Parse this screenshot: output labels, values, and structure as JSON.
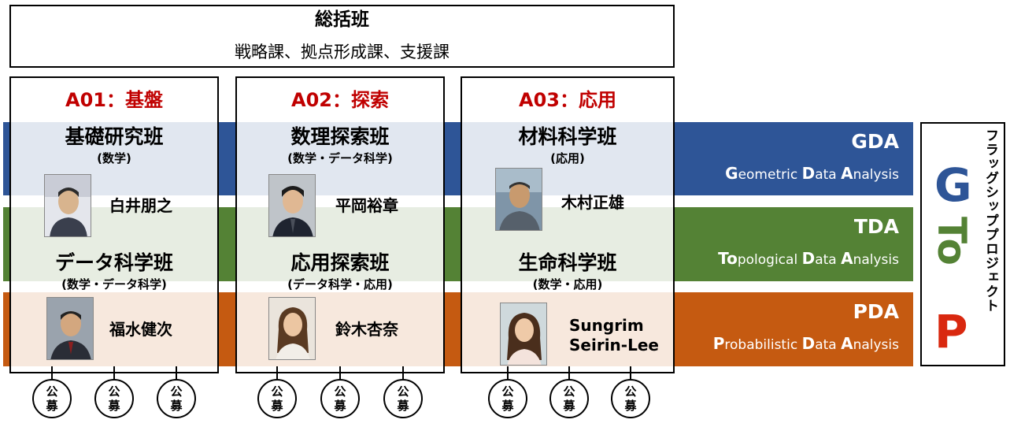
{
  "summary": {
    "title": "総括班",
    "subtitle": "戦略課、拠点形成課、支援課"
  },
  "groups": [
    {
      "header": "A01：基盤",
      "teams": [
        {
          "name": "基礎研究班",
          "sub": "(数学)",
          "person": "白井朋之"
        },
        {
          "name": "データ科学班",
          "sub": "(数学・データ科学)",
          "person": "福水健次"
        }
      ]
    },
    {
      "header": "A02：探索",
      "teams": [
        {
          "name": "数理探索班",
          "sub": "(数学・データ科学)",
          "person": "平岡裕章"
        },
        {
          "name": "応用探索班",
          "sub": "(データ科学・応用)",
          "person": "鈴木杏奈"
        }
      ]
    },
    {
      "header": "A03：応用",
      "teams": [
        {
          "name": "材料科学班",
          "sub": "(応用)",
          "person": "木村正雄"
        },
        {
          "name": "生命科学班",
          "sub": "(数学・応用)",
          "person_line1": "Sungrim",
          "person_line2": "Seirin-Lee"
        }
      ]
    }
  ],
  "bands": [
    {
      "abbr": "GDA",
      "parts": [
        [
          "G",
          "eometric "
        ],
        [
          "D",
          "ata "
        ],
        [
          "A",
          "nalysis"
        ]
      ],
      "color": "#2e5597"
    },
    {
      "abbr": "TDA",
      "parts": [
        [
          "To",
          "pological "
        ],
        [
          "D",
          "ata "
        ],
        [
          "A",
          "nalysis"
        ]
      ],
      "color": "#548235"
    },
    {
      "abbr": "PDA",
      "parts": [
        [
          "P",
          "robabilistic "
        ],
        [
          "D",
          "ata "
        ],
        [
          "A",
          "nalysis"
        ]
      ],
      "color": "#c55a11"
    }
  ],
  "flagship": {
    "vertical_text": "フラッグシッププロジェクト",
    "letters": [
      {
        "text": "G",
        "color": "#2e5597"
      },
      {
        "text": "To",
        "color": "#548235"
      },
      {
        "text": "P",
        "color": "#d9280f"
      }
    ]
  },
  "koubo": {
    "line1": "公",
    "line2": "募"
  }
}
